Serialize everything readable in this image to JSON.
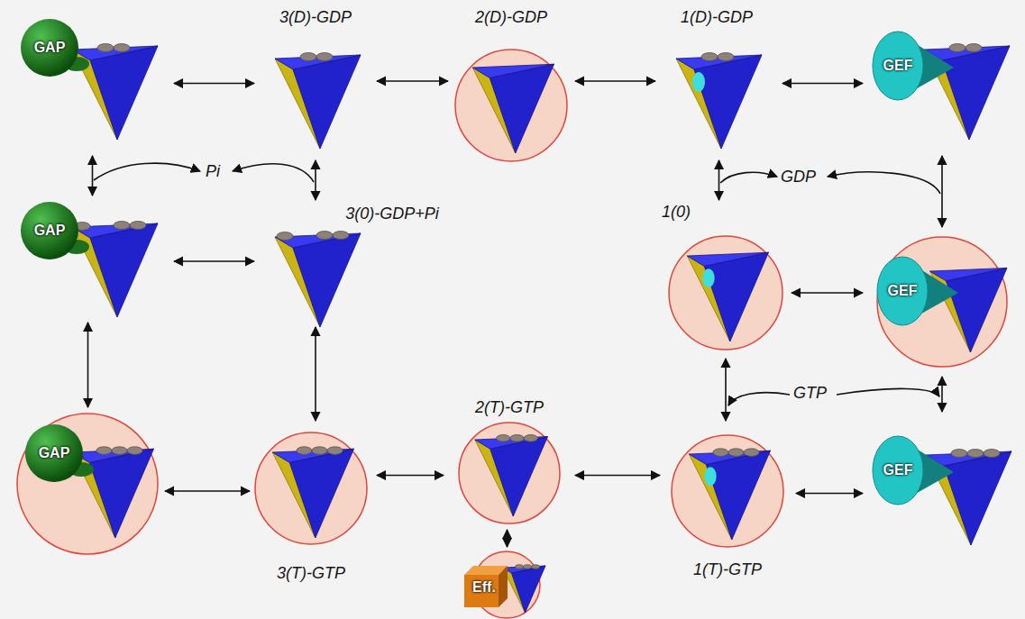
{
  "diagram": {
    "nodes": [
      {
        "text": [
          "GAP"
        ]
      },
      {
        "text": [
          "3(D)-GDP"
        ]
      },
      {
        "text": [
          "2(D)-GDP"
        ]
      },
      {
        "text": [
          "1(D)-GDP"
        ]
      },
      {
        "text": [
          "GEF"
        ]
      },
      {
        "text": [
          "GAP"
        ]
      },
      {
        "text": [
          "3(0)-GDP+Pi"
        ]
      },
      {
        "text": [
          "1(0)"
        ]
      },
      {
        "text": [
          "GEF"
        ]
      },
      {
        "text": [
          "GAP"
        ]
      },
      {
        "text": [
          "3(T)-GTP"
        ]
      },
      {
        "text": [
          "2(T)-GTP"
        ]
      },
      {
        "text": [
          "1(T)-GTP"
        ]
      },
      {
        "text": [
          "GEF"
        ]
      },
      {
        "text": [
          "Eff."
        ]
      }
    ],
    "edges": [
      {
        "from": 0,
        "to": 1,
        "arrow": "both"
      },
      {
        "from": 1,
        "to": 2,
        "arrow": "both"
      },
      {
        "from": 2,
        "to": 3,
        "arrow": "both"
      },
      {
        "from": 3,
        "to": 4,
        "arrow": "both"
      },
      {
        "from": 0,
        "to": 5,
        "arrow": "both"
      },
      {
        "from": 1,
        "to": 6,
        "arrow": "both"
      },
      {
        "from": 5,
        "to": 6,
        "arrow": "both"
      },
      {
        "from": 3,
        "to": 7,
        "arrow": "both"
      },
      {
        "from": 4,
        "to": 8,
        "arrow": "both"
      },
      {
        "from": 7,
        "to": 8,
        "arrow": "both"
      },
      {
        "from": 5,
        "to": 9,
        "arrow": "both"
      },
      {
        "from": 6,
        "to": 10,
        "arrow": "both"
      },
      {
        "from": 9,
        "to": 10,
        "arrow": "both"
      },
      {
        "from": 10,
        "to": 11,
        "arrow": "both"
      },
      {
        "from": 11,
        "to": 12,
        "arrow": "both"
      },
      {
        "from": 12,
        "to": 13,
        "arrow": "both"
      },
      {
        "from": 7,
        "to": 12,
        "arrow": "both"
      },
      {
        "from": 8,
        "to": 13,
        "arrow": "both"
      },
      {
        "from": 11,
        "to": 14,
        "arrow": "both"
      }
    ],
    "labels": [
      "Pi",
      "GDP",
      "GTP"
    ]
  }
}
